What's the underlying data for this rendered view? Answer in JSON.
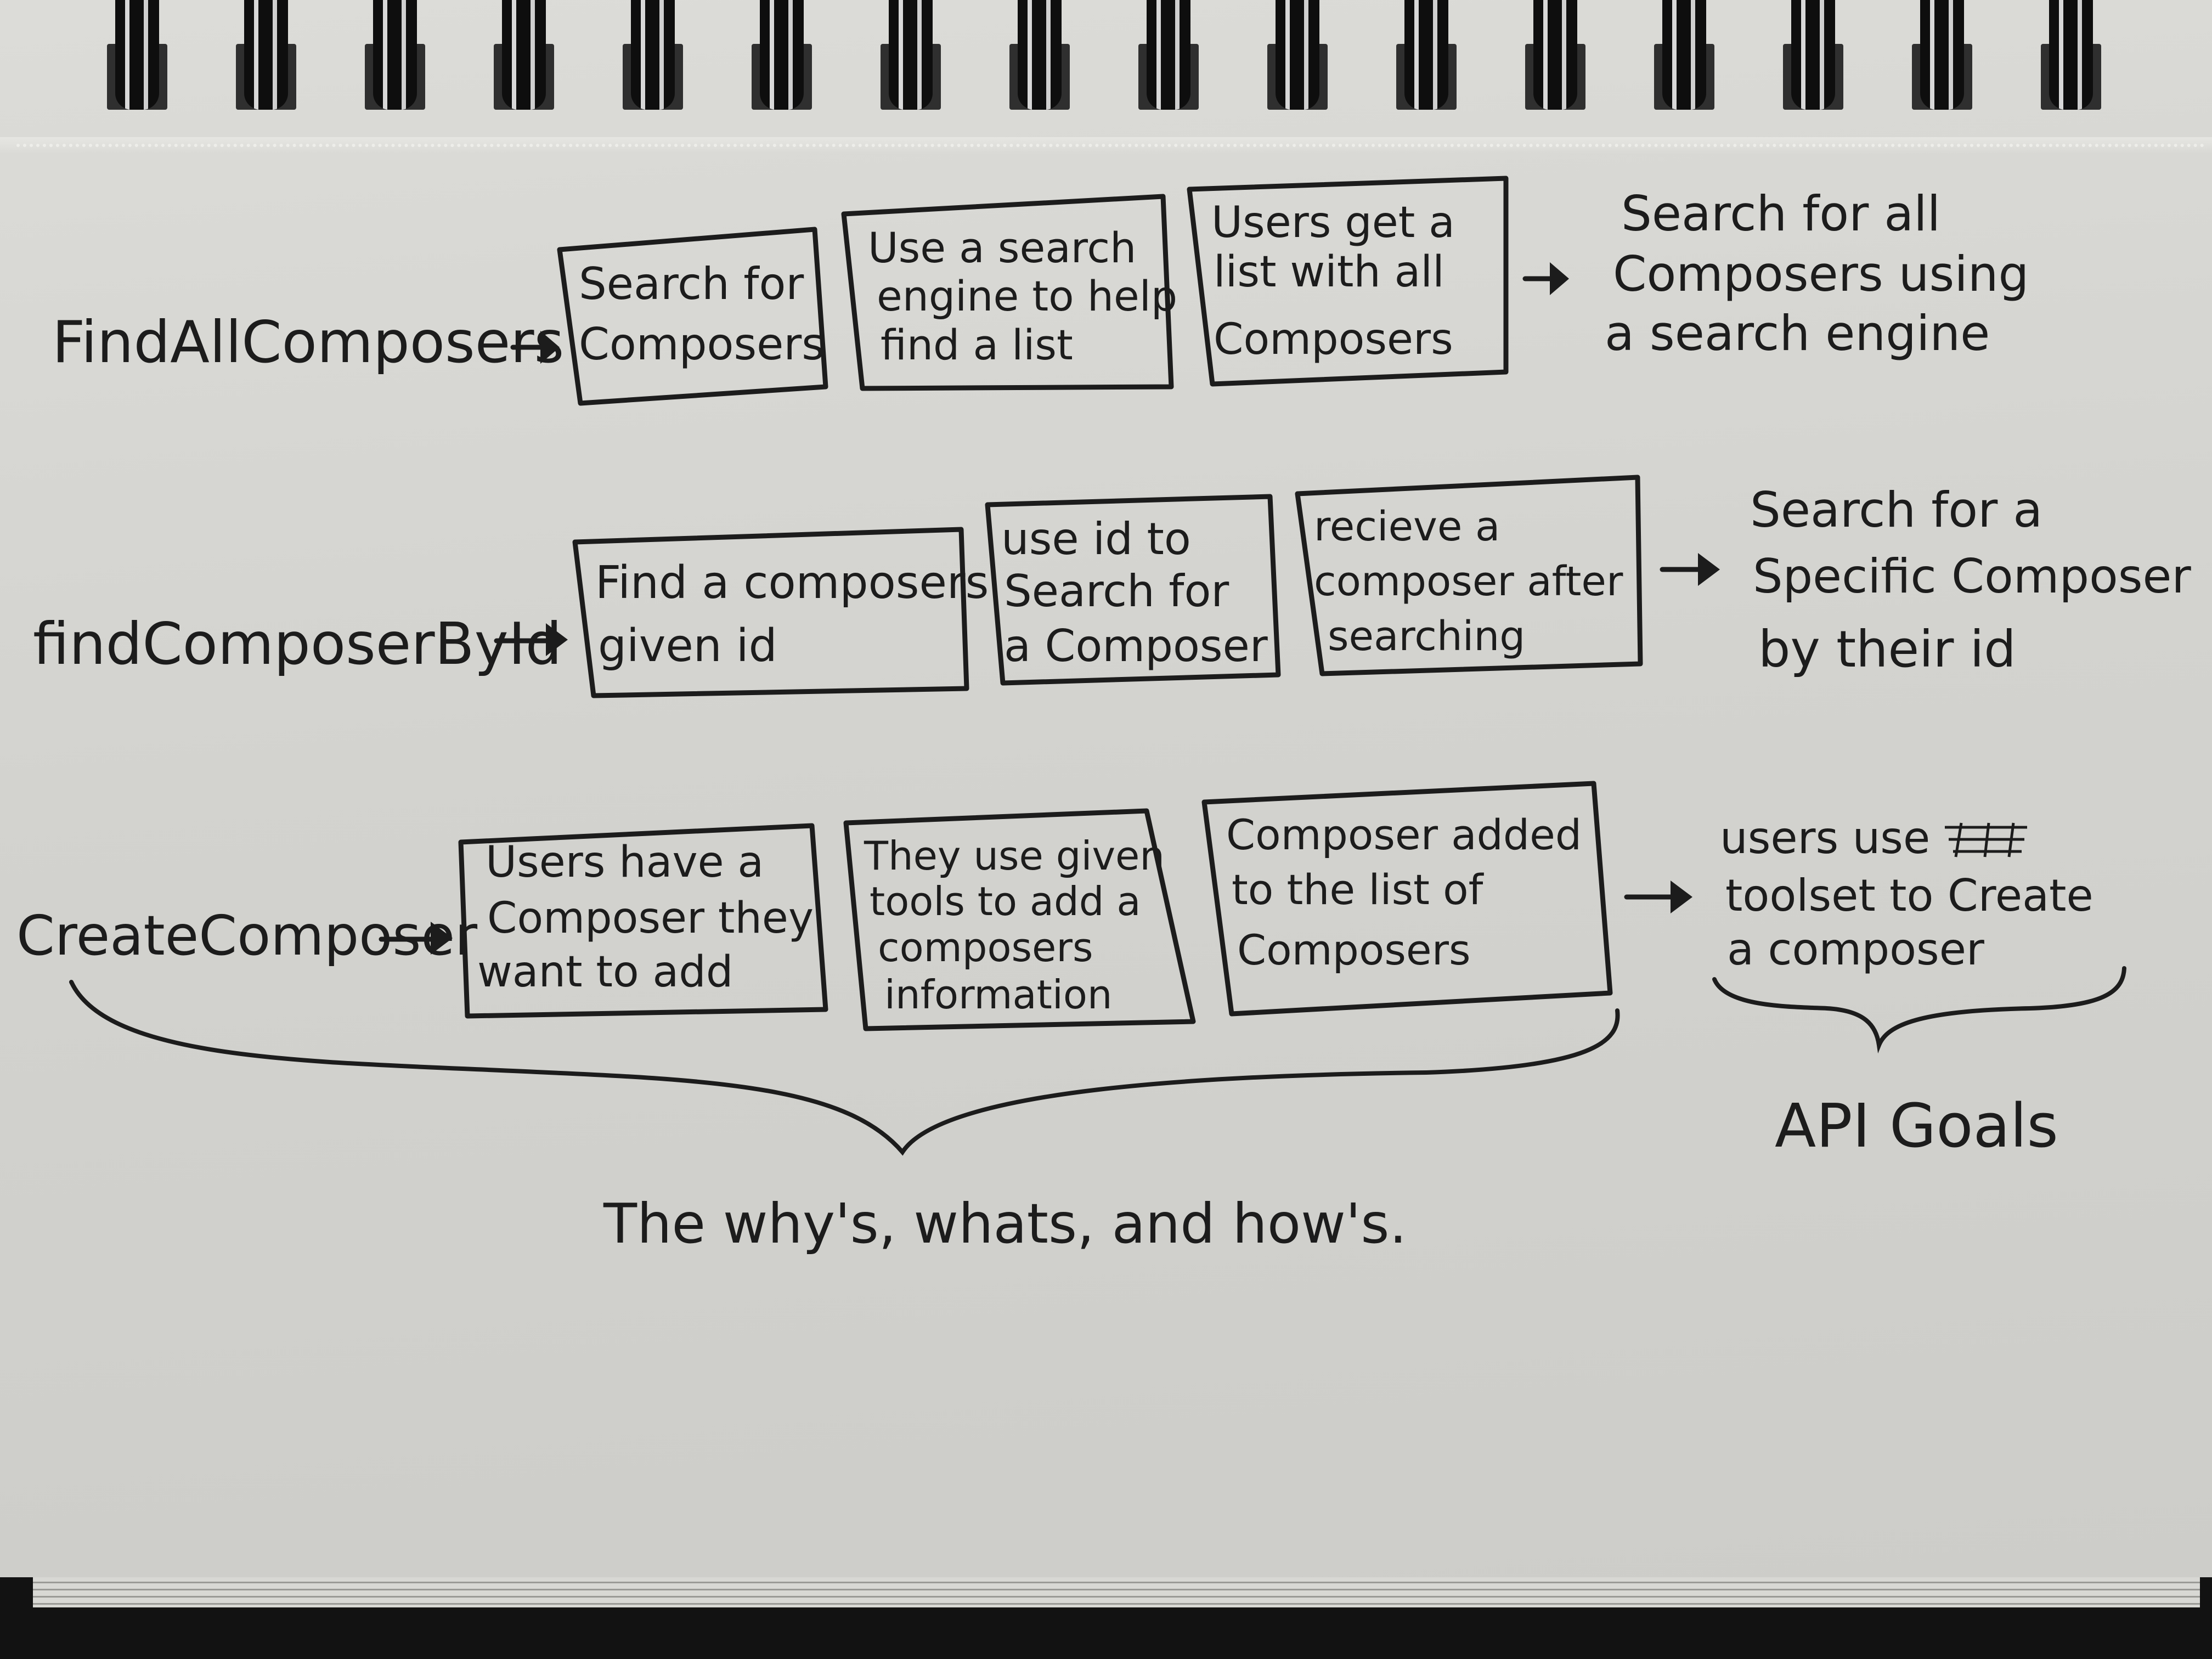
{
  "rows": [
    {
      "label": "FindAllComposers",
      "steps": [
        [
          "Search for",
          "Composers"
        ],
        [
          "Use a search",
          "engine to help",
          "find a list"
        ],
        [
          "Users get a",
          "list with all",
          "Composers"
        ]
      ],
      "goal": [
        "Search for all",
        "Composers using",
        "a search engine"
      ]
    },
    {
      "label": "findComposerById",
      "steps": [
        [
          "Find a composers",
          "given id"
        ],
        [
          "use id to",
          "Search for",
          "a Composer"
        ],
        [
          "recieve a",
          "composer after",
          "searching"
        ]
      ],
      "goal": [
        "Search for a",
        "Specific Composer",
        "by their id"
      ]
    },
    {
      "label": "CreateComposer",
      "steps": [
        [
          "Users have a",
          "Composer they",
          "want to add"
        ],
        [
          "They use given",
          "tools to add a",
          "composers",
          "information"
        ],
        [
          "Composer added",
          "to the list of",
          "Composers"
        ]
      ],
      "goal": [
        "users use",
        "toolset to Create",
        "a composer"
      ]
    }
  ],
  "bottom_caption": "The why's, whats, and how's.",
  "right_caption": "API Goals",
  "colors": {
    "paper": "#d6d6d2",
    "ink": "#1c1c1c",
    "binding": "#0e0e0e"
  }
}
